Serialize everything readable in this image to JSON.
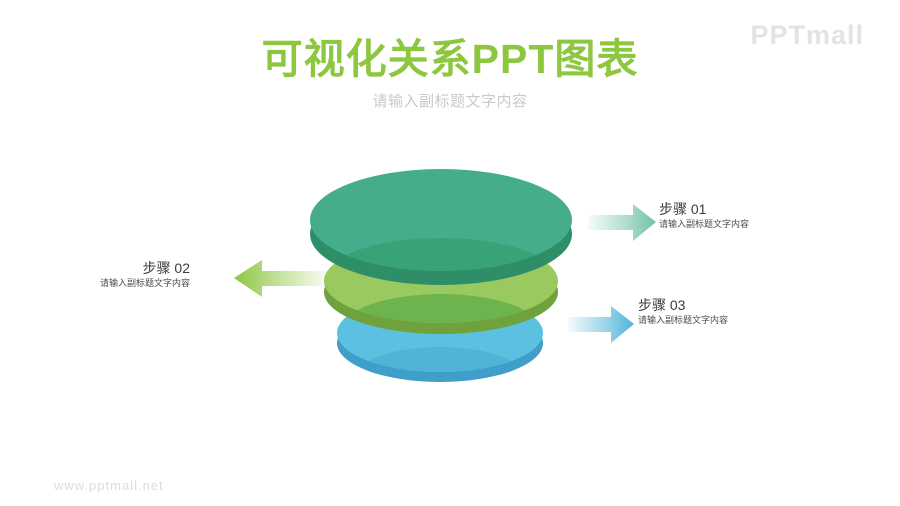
{
  "slide": {
    "title": "可视化关系PPT图表",
    "subtitle": "请输入副标题文字内容",
    "watermark": "PPTmall",
    "footer_url": "www.pptmall.net"
  },
  "steps": [
    {
      "label": "步骤 01",
      "desc": "请输入副标题文字内容",
      "arrow_color": "#6fc3a8",
      "arrow_direction": "right"
    },
    {
      "label": "步骤 02",
      "desc": "请输入副标题文字内容",
      "arrow_color": "#8dc63f",
      "arrow_direction": "left"
    },
    {
      "label": "步骤 03",
      "desc": "请输入副标题文字内容",
      "arrow_color": "#4fb3db",
      "arrow_direction": "right"
    }
  ],
  "discs": [
    {
      "name": "top-disc",
      "face_color": "#45ad8c",
      "shade_color": "#37a173",
      "rim_color": "#2e8e68"
    },
    {
      "name": "middle-disc",
      "face_color": "#9aca5f",
      "shade_color": "#68b14e",
      "rim_color": "#6fa23c"
    },
    {
      "name": "bottom-disc",
      "face_color": "#5cc1e0",
      "shade_color": "#49add5",
      "rim_color": "#3f9fc9"
    }
  ],
  "colors": {
    "title": "#8dc63f",
    "subtitle": "#c9c9c9",
    "step_label": "#3c3c3c",
    "step_desc": "#4c4c4c",
    "watermark": "#e3e3e3",
    "footer": "#dcdcdc",
    "background": "#ffffff"
  }
}
